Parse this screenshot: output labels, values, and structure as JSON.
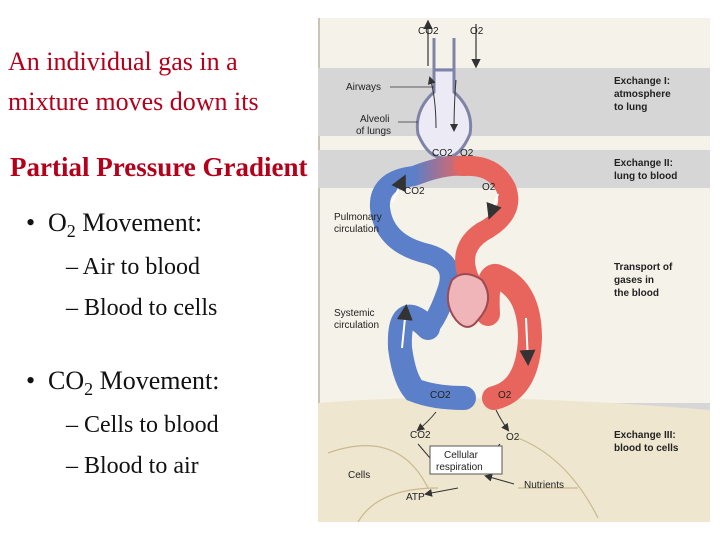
{
  "slide": {
    "intro_line1": "An individual gas in a",
    "intro_line2": "mixture moves down its",
    "heading": "Partial Pressure Gradient",
    "bullets": [
      {
        "prefix": "O",
        "subscript": "2",
        "suffix": " Movement:",
        "items": [
          "– Air to blood",
          "– Blood to cells"
        ]
      },
      {
        "prefix": "CO",
        "subscript": "2",
        "suffix": " Movement:",
        "items": [
          "– Cells to blood",
          "– Blood to air"
        ]
      }
    ]
  },
  "figure": {
    "gases": {
      "co2": "CO2",
      "o2": "O2"
    },
    "left_labels": {
      "airways": "Airways",
      "alveoli_line1": "Alveoli",
      "alveoli_line2": "of lungs",
      "pulmonary_line1": "Pulmonary",
      "pulmonary_line2": "circulation",
      "systemic_line1": "Systemic",
      "systemic_line2": "circulation",
      "cells": "Cells",
      "atp": "ATP",
      "nutrients": "Nutrients",
      "cellular_line1": "Cellular",
      "cellular_line2": "respiration"
    },
    "right_labels": {
      "exchange1_line1": "Exchange I:",
      "exchange1_line2": "atmosphere",
      "exchange1_line3": "to lung",
      "exchange2_line1": "Exchange II:",
      "exchange2_line2": "lung to blood",
      "transport_line1": "Transport of",
      "transport_line2": "gases in",
      "transport_line3": "the blood",
      "exchange3_line1": "Exchange III:",
      "exchange3_line2": "blood to cells"
    },
    "colors": {
      "oxygenated": "#e8655e",
      "deoxygenated": "#5b7fc8",
      "exchange_band": "#d2d2d2",
      "panel_bg": "#f5f2e9",
      "tissue": "#efe6d0"
    }
  }
}
